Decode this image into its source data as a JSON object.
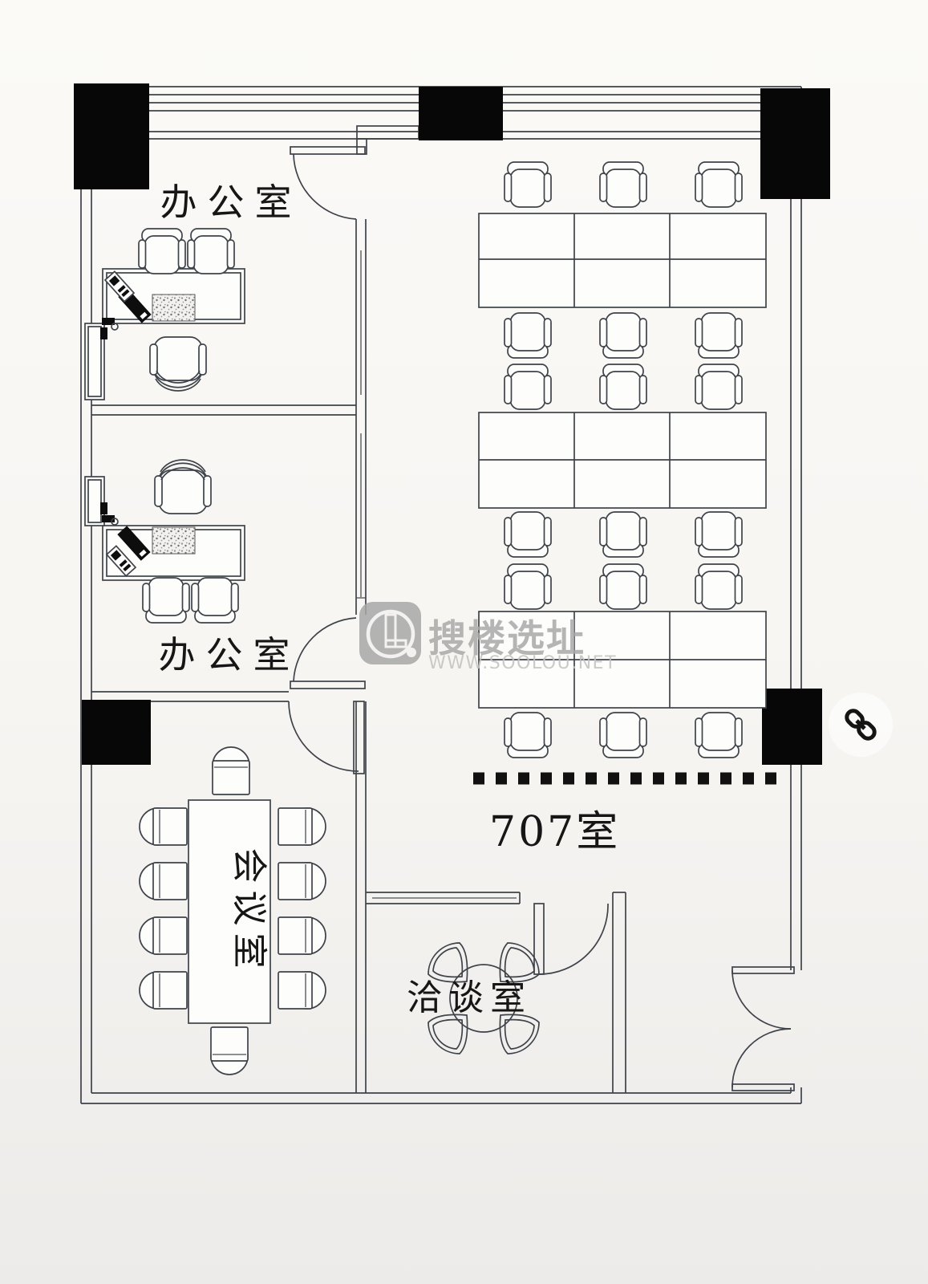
{
  "unit": {
    "room_number": "707室"
  },
  "rooms": {
    "office1": {
      "label": "办公室"
    },
    "office2": {
      "label": "办公室"
    },
    "meeting": {
      "label": "会议室"
    },
    "negotiation": {
      "label": "洽谈室"
    }
  },
  "watermark": {
    "logo_letter": "L",
    "brand": "搜楼选址",
    "website": "WWW.SOOLOU.NET",
    "color": "#a9a9a9"
  },
  "icons": {
    "link": "link-icon"
  },
  "colors": {
    "line": "#3e434a",
    "column_fill": "#070707",
    "paper": "#f7f5f2",
    "text": "#161616",
    "dotted_boundary": "#111111"
  }
}
